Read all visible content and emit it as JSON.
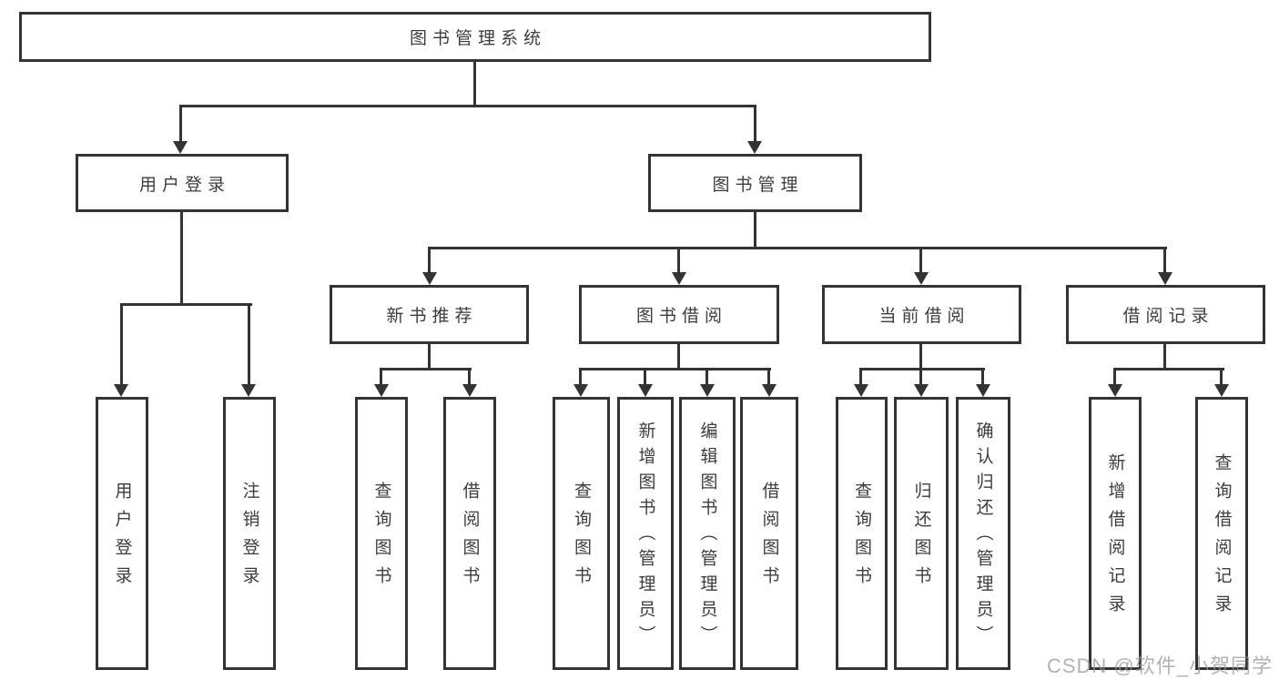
{
  "colors": {
    "line": "#333333",
    "text": "#3d3d3d",
    "watermark": "#949494",
    "background": "#ffffff"
  },
  "nodes": {
    "root": {
      "label": "图书管理系统"
    },
    "userLoginBranch": {
      "label": "用户登录"
    },
    "bookMgmtBranch": {
      "label": "图书管理"
    },
    "newBookRec": {
      "label": "新书推荐"
    },
    "bookBorrow": {
      "label": "图书借阅"
    },
    "currentBorrow": {
      "label": "当前借阅"
    },
    "borrowRecord": {
      "label": "借阅记录"
    },
    "leafUserLogin": {
      "label": "用户登录"
    },
    "leafLogout": {
      "label": "注销登录"
    },
    "leafRecQueryBook": {
      "label": "查询图书"
    },
    "leafRecBorrowBook": {
      "label": "借阅图书"
    },
    "leafBbQueryBook": {
      "label": "查询图书"
    },
    "leafBbAddBook": {
      "label": "新增图书（管理员）"
    },
    "leafBbEditBook": {
      "label": "编辑图书（管理员）"
    },
    "leafBbBorrowBook": {
      "label": "借阅图书"
    },
    "leafCbQueryBook": {
      "label": "查询图书"
    },
    "leafCbReturnBook": {
      "label": "归还图书"
    },
    "leafCbConfirmReturn": {
      "label": "确认归还（管理员）"
    },
    "leafBrAddRecord": {
      "label": "新增借阅记录"
    },
    "leafBrQueryRecord": {
      "label": "查询借阅记录"
    }
  },
  "watermark": {
    "text": "CSDN @软件_小贺同学"
  }
}
